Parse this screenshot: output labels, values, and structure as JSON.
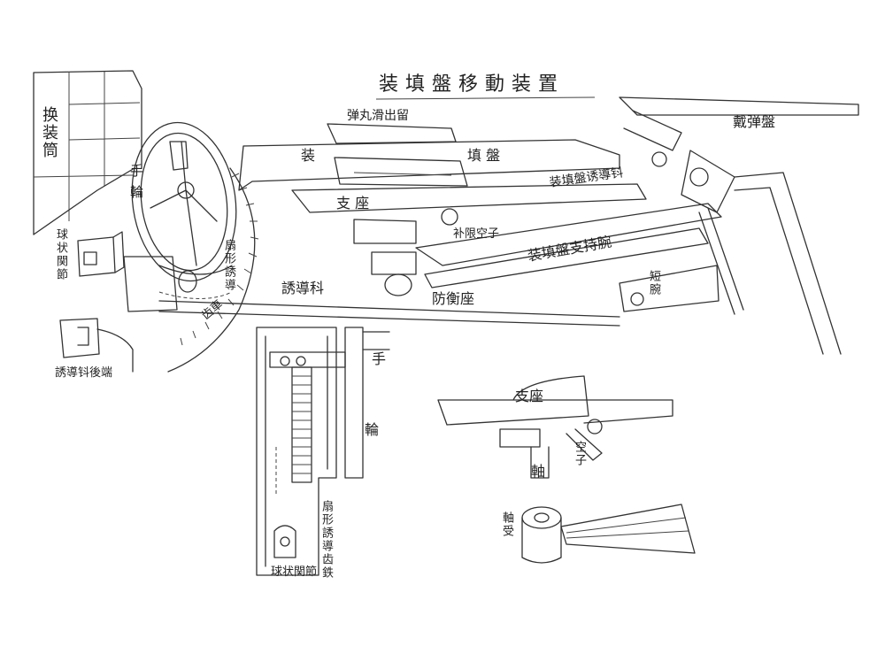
{
  "title": "装填盤移動装置",
  "labels": {
    "huanzhuangtong": "换装筒",
    "danwan_huachu": "弹丸滑出留",
    "zhuangtian_pan_top": "装",
    "tian_pan": "填 盤",
    "zaidan_pan": "戴弹盤",
    "zhizuo_main": "支  座",
    "zhuangtianpan_youdaoke": "装填盤诱導钭",
    "xianwei_kongzi": "补限空子",
    "zhuangtianpan_zhichi": "装填盤支持腕",
    "duanwan": "短腕",
    "fanghengzuo": "防衡座",
    "youdaoke": "誘導科",
    "shou_lun": "手 輪",
    "shanxing_youdao": "扇形誘導",
    "chiche": "齿車",
    "qiuzhuang_guanjie": "球状関節",
    "youdao_duan": "誘導钭後端",
    "shou": "手",
    "lun": "輪",
    "shanxing_detail": "扇形誘導齿鉄",
    "qiuzhuang_detail": "球状関節",
    "zhizuo_detail": "支座",
    "kongzi_detail": "空子",
    "zhou_detail": "軸",
    "zhoushou": "軸受"
  }
}
